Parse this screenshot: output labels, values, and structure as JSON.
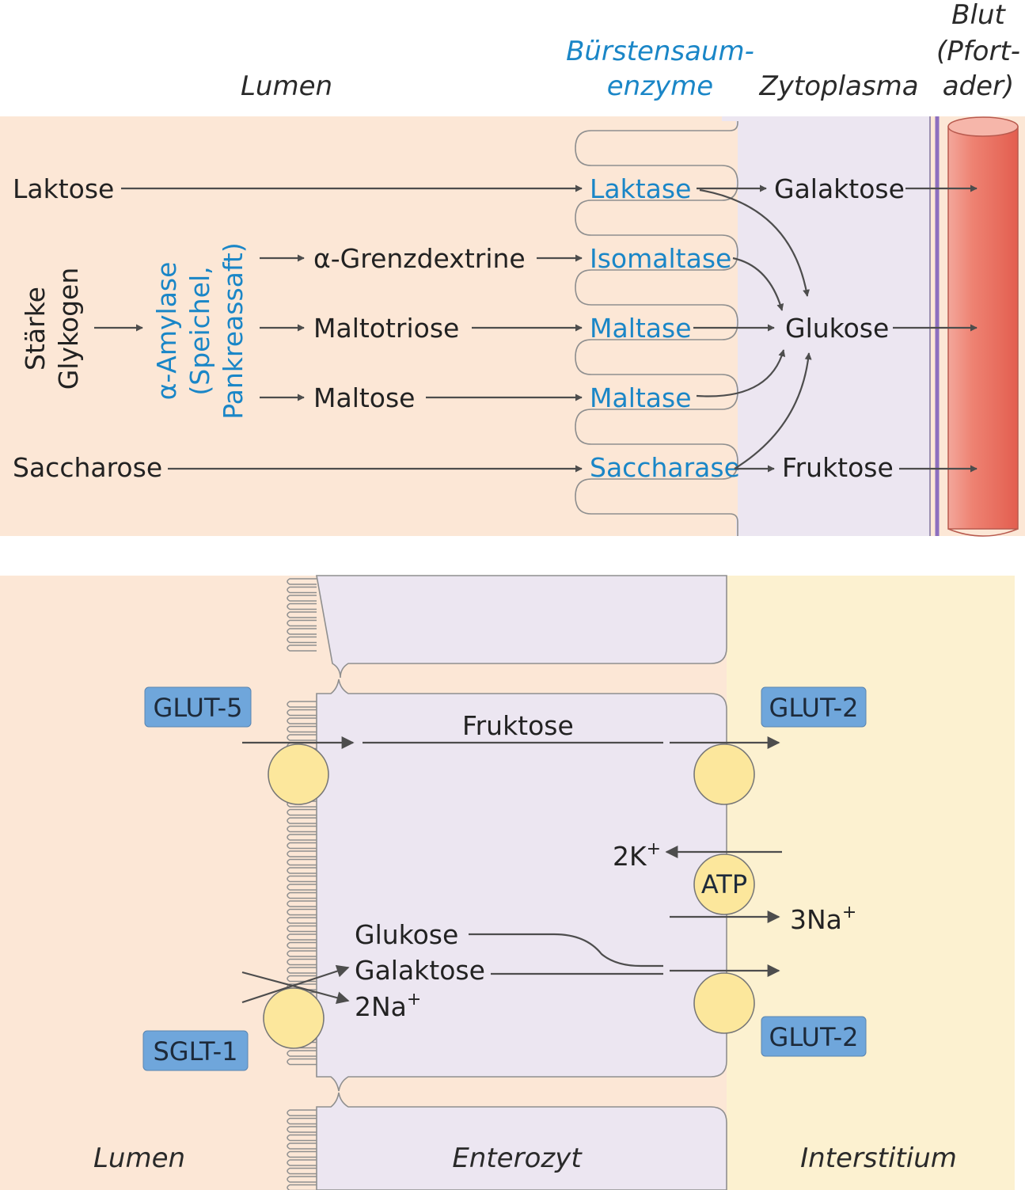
{
  "top_panel": {
    "headers": {
      "lumen": "Lumen",
      "brush_border_line1": "Bürstensaum-",
      "brush_border_line2": "enzyme",
      "cytoplasm": "Zytoplasma",
      "blood_line1": "Blut",
      "blood_line2": "(Pfort-",
      "blood_line3": "ader)"
    },
    "substrates": {
      "lactose": "Laktose",
      "starch": "Stärke",
      "glycogen": "Glykogen",
      "sucrose": "Saccharose"
    },
    "amylase": {
      "line1": "α-Amylase",
      "line2": "(Speichel,",
      "line3": "Pankreassaft)"
    },
    "intermediates": {
      "dextrins": "α-Grenzdextrine",
      "maltotriose": "Maltotriose",
      "maltose": "Maltose"
    },
    "enzymes": {
      "lactase": "Laktase",
      "isomaltase": "Isomaltase",
      "maltase_1": "Maltase",
      "maltase_2": "Maltase",
      "sucrase": "Saccharase"
    },
    "products": {
      "galactose": "Galaktose",
      "glucose": "Glukose",
      "fructose": "Fruktose"
    }
  },
  "bottom_panel": {
    "transporters": {
      "glut5": "GLUT-5",
      "glut2_top": "GLUT-2",
      "sglt1": "SGLT-1",
      "glut2_bottom": "GLUT-2",
      "pump": "ATP"
    },
    "labels": {
      "fructose": "Fruktose",
      "glucose": "Glukose",
      "galactose": "Galaktose",
      "sodium_in": "2Na",
      "sodium_in_sup": "+",
      "potassium": "2K",
      "potassium_sup": "+",
      "sodium_out": "3Na",
      "sodium_out_sup": "+"
    },
    "zones": {
      "lumen": "Lumen",
      "enterocyte": "Enterozyt",
      "interstitium": "Interstitium"
    }
  },
  "colors": {
    "lumen_bg": "#fce7d6",
    "cytoplasm_bg": "#ece6f1",
    "interstitium_bg": "#fcf1d0",
    "enzyme_text": "#1a86c7",
    "blood_vessel": "#e8685a",
    "transporter_box": "#6fa6db",
    "transporter_circle": "#fce79c"
  }
}
